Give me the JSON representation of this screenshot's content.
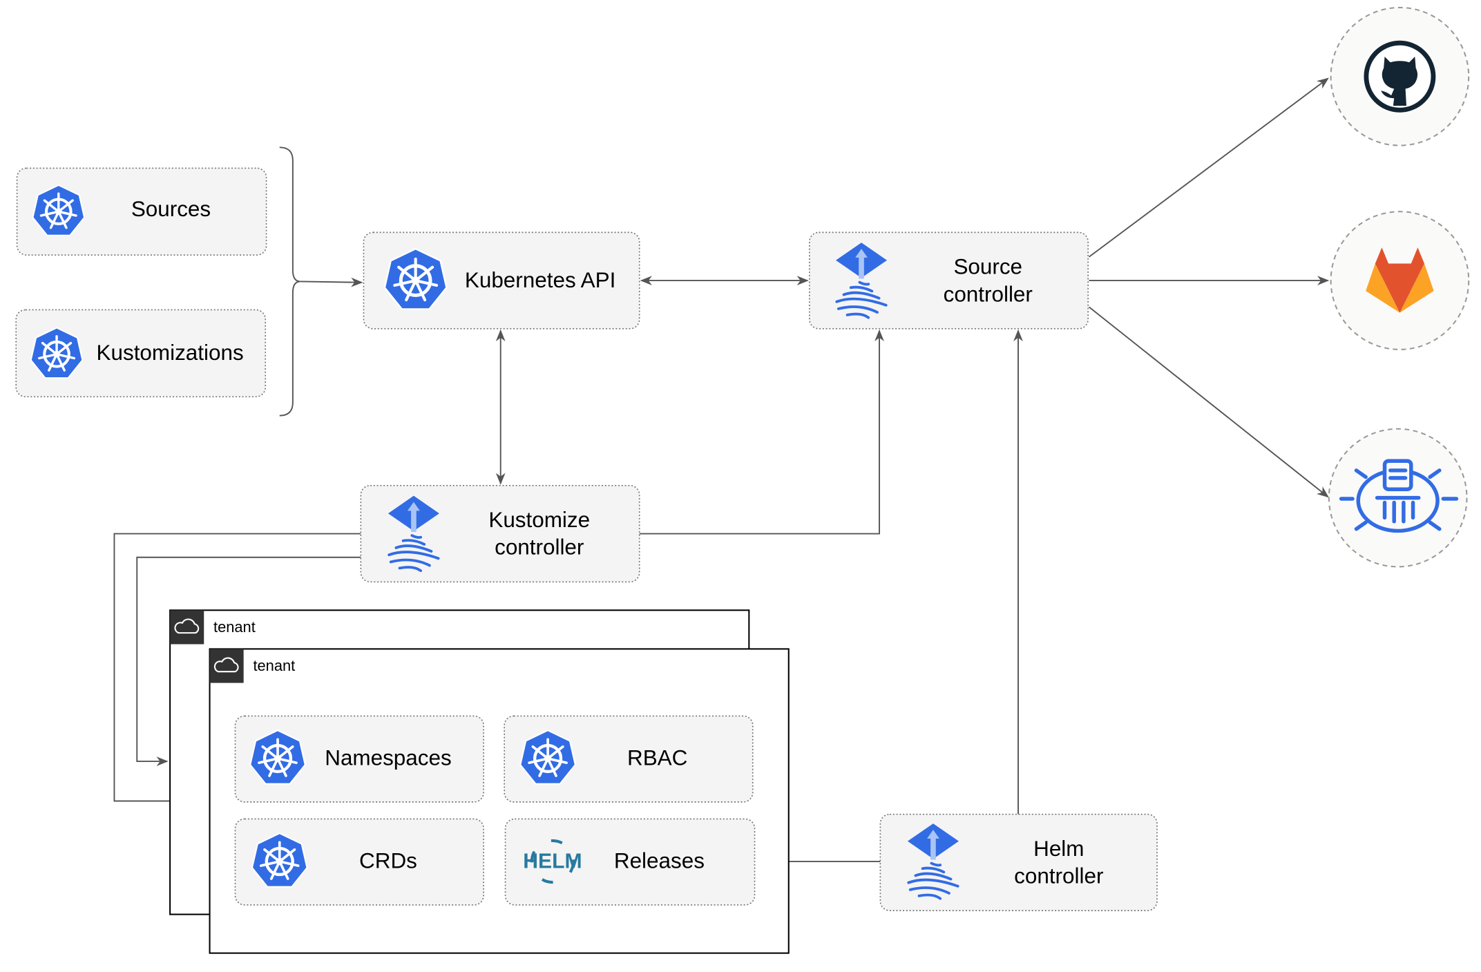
{
  "nodes": {
    "sources": "Sources",
    "kustomizations": "Kustomizations",
    "kubernetes_api": "Kubernetes API",
    "source_controller": [
      "Source",
      "controller"
    ],
    "kustomize_controller": [
      "Kustomize",
      "controller"
    ],
    "helm_controller": [
      "Helm",
      "controller"
    ],
    "namespaces": "Namespaces",
    "rbac": "RBAC",
    "crds": "CRDs",
    "releases": "Releases"
  },
  "tenants": [
    "tenant",
    "tenant"
  ],
  "helm_logo_text": "HELM",
  "external_sources": [
    "github-icon",
    "gitlab-icon",
    "bucket-icon"
  ],
  "colors": {
    "kubernetes_blue": "#326ce5",
    "github_dark": "#132433",
    "gitlab_orange": "#e2532d",
    "gitlab_yellow": "#fca326",
    "helm_blue": "#277a9f",
    "edge": "#555555"
  }
}
